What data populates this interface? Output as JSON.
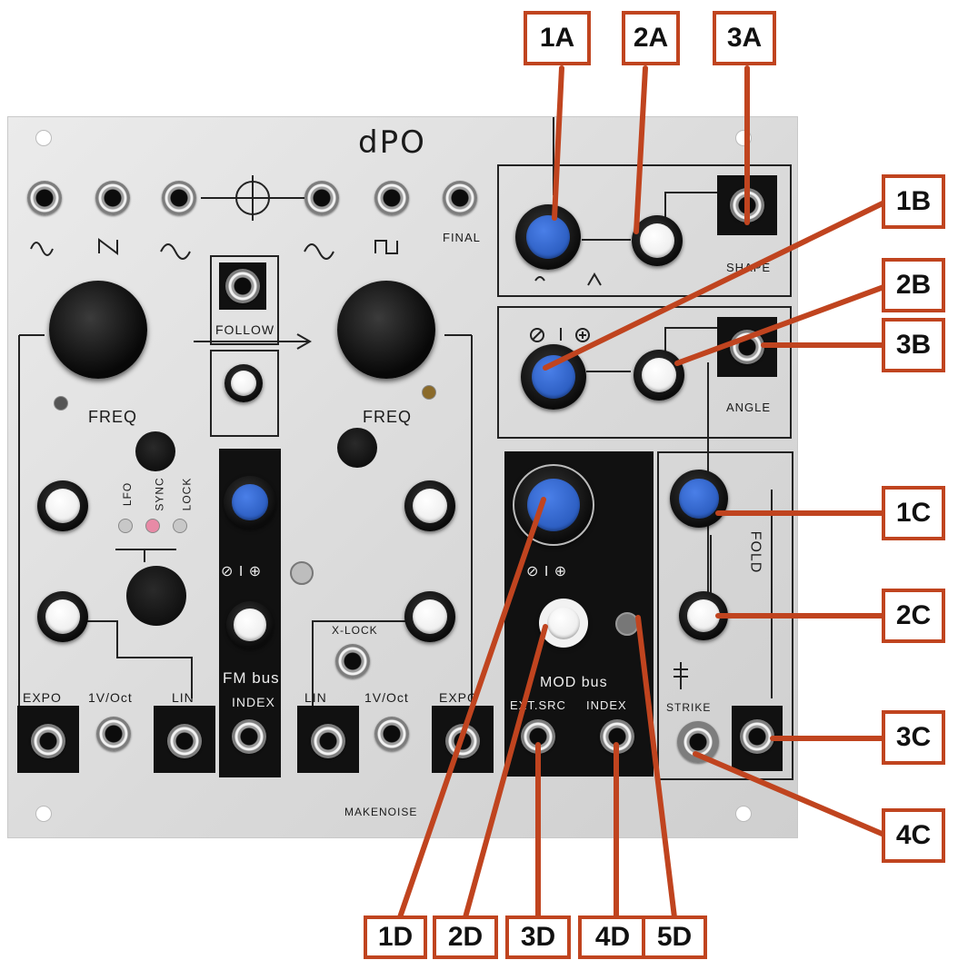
{
  "module": {
    "logo": "dPO",
    "brand": "MAKENOISE",
    "panel_labels": {
      "follow": "FOLLOW",
      "freq_left": "FREQ",
      "freq_right": "FREQ",
      "lfo": "LFO",
      "sync": "SYNC",
      "lock": "LOCK",
      "expo_left": "EXPO",
      "voct_left": "1V/Oct",
      "lin_left": "LIN",
      "fm_bus": "FM bus",
      "index_fm": "INDEX",
      "x_lock": "X-LOCK",
      "lin_right": "LIN",
      "voct_right": "1V/Oct",
      "expo_right": "EXPO",
      "shape": "SHAPE",
      "angle": "ANGLE",
      "mod_bus": "MOD bus",
      "ext_src": "EXT.SRC",
      "index_mod": "INDEX",
      "fold": "FOLD",
      "strike": "STRIKE",
      "final": "FINAL"
    },
    "colors": {
      "callout_border": "#c0441f",
      "knob_blue": "#2b5fcf",
      "sync_led": "#e88aa6"
    }
  },
  "callouts": [
    {
      "id": "1A"
    },
    {
      "id": "2A"
    },
    {
      "id": "3A"
    },
    {
      "id": "1B"
    },
    {
      "id": "2B"
    },
    {
      "id": "3B"
    },
    {
      "id": "1C"
    },
    {
      "id": "2C"
    },
    {
      "id": "3C"
    },
    {
      "id": "4C"
    },
    {
      "id": "1D"
    },
    {
      "id": "2D"
    },
    {
      "id": "3D"
    },
    {
      "id": "4D"
    },
    {
      "id": "5D"
    }
  ]
}
